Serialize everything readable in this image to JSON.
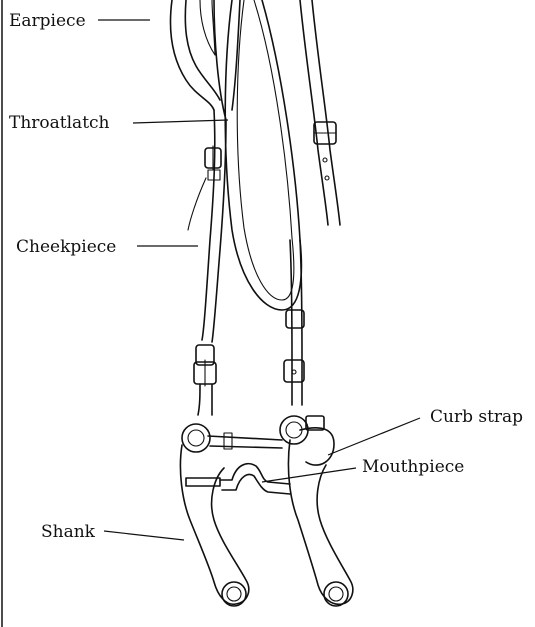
{
  "diagram": {
    "labels": {
      "earpiece": "Earpiece",
      "throatlatch": "Throatlatch",
      "cheekpiece": "Cheekpiece",
      "curb_strap": "Curb strap",
      "mouthpiece": "Mouthpiece",
      "shank": "Shank"
    },
    "colors": {
      "ink": "#111111",
      "background": "#ffffff"
    }
  }
}
